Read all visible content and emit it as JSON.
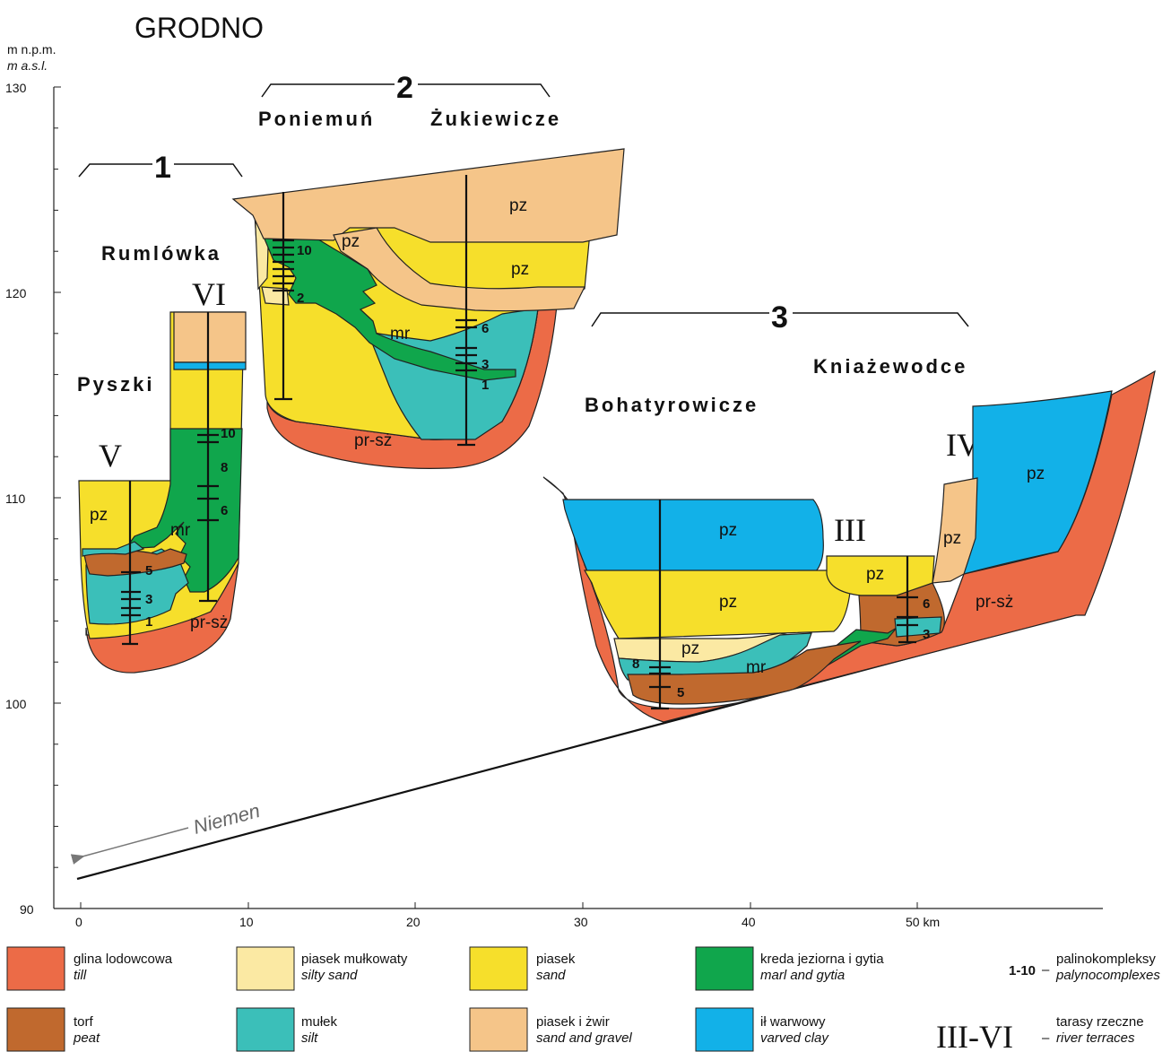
{
  "title": "GRODNO",
  "y_axis": {
    "unit_pl": "m n.p.m.",
    "unit_en": "m a.s.l.",
    "ticks": [
      "130",
      "120",
      "110",
      "100",
      "90"
    ]
  },
  "x_axis": {
    "ticks": [
      "0",
      "10",
      "20",
      "30",
      "40",
      "50 km"
    ]
  },
  "groups": {
    "g1": "1",
    "g2": "2",
    "g3": "3"
  },
  "sites": {
    "rumlowka": "Rumlówka",
    "poniemun": "Poniemuń",
    "zukiewicze": "Żukiewicze",
    "pyszki": "Pyszki",
    "kniazewodce": "Kniażewodce",
    "bohatyrowicze": "Bohatyrowicze"
  },
  "terraces": {
    "v": "V",
    "vi": "VI",
    "iii": "III",
    "iv": "IV"
  },
  "layer_labels": {
    "pz": "pz",
    "mr": "mr",
    "prsz": "pr-sż"
  },
  "pollen_labels": {
    "pyszki": [
      "5",
      "3",
      "1"
    ],
    "rumlowka": [
      "10",
      "8",
      "6"
    ],
    "poniemun": [
      "10",
      "2"
    ],
    "zukiewicze": [
      "6",
      "3",
      "1"
    ],
    "bohatyrowicze": [
      "8",
      "5"
    ],
    "terrace_iii": [
      "6",
      "3"
    ]
  },
  "river": "Niemen",
  "colors": {
    "till": "#ec6b47",
    "peat": "#c0692e",
    "silty_sand": "#fbe9a3",
    "silt": "#3bbfb9",
    "sand": "#f6df2b",
    "sand_gravel": "#f5c589",
    "marl": "#10a64c",
    "varved_clay": "#12b1e8"
  },
  "legend": [
    {
      "pl": "glina lodowcowa",
      "en": "till",
      "color": "#ec6b47"
    },
    {
      "pl": "piasek mułkowaty",
      "en": "silty sand",
      "color": "#fbe9a3"
    },
    {
      "pl": "piasek",
      "en": "sand",
      "color": "#f6df2b"
    },
    {
      "pl": "kreda jeziorna i gytia",
      "en": "marl and gytia",
      "color": "#10a64c"
    },
    {
      "pl": "torf",
      "en": "peat",
      "color": "#c0692e"
    },
    {
      "pl": "mułek",
      "en": "silt",
      "color": "#3bbfb9"
    },
    {
      "pl": "piasek i żwir",
      "en": "sand and gravel",
      "color": "#f5c589"
    },
    {
      "pl": "ił warwowy",
      "en": "varved clay",
      "color": "#12b1e8"
    }
  ],
  "legend_extra": {
    "pal_symbol": "1-10",
    "pal_pl": "palinokompleksy",
    "pal_en": "palynocomplexes",
    "ter_symbol": "III-VI",
    "ter_pl": "tarasy rzeczne",
    "ter_en": "river terraces"
  }
}
